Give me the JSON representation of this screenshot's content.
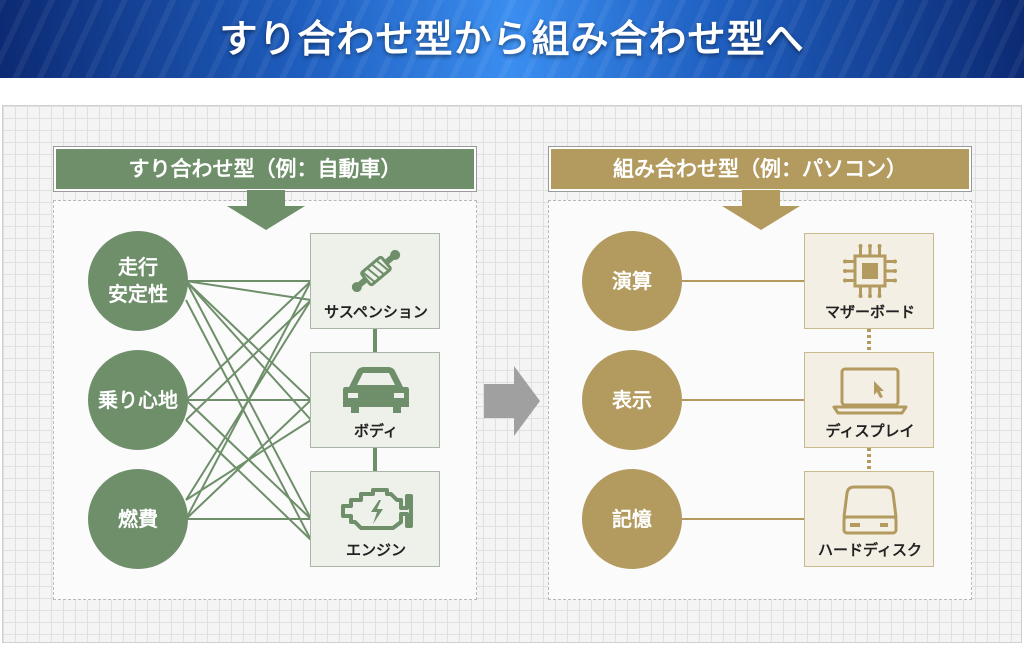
{
  "title": "すり合わせ型から組み合わせ型へ",
  "left": {
    "header": "すり合わせ型（例：自動車）",
    "nodes": [
      "走行\n安定性",
      "乗り心地",
      "燃費"
    ],
    "components": [
      {
        "label": "サスペンション",
        "icon": "shock-absorber-icon"
      },
      {
        "label": "ボディ",
        "icon": "car-icon"
      },
      {
        "label": "エンジン",
        "icon": "engine-warning-icon"
      }
    ]
  },
  "right": {
    "header": "組み合わせ型（例：パソコン）",
    "nodes": [
      "演算",
      "表示",
      "記憶"
    ],
    "components": [
      {
        "label": "マザーボード",
        "icon": "cpu-chip-icon"
      },
      {
        "label": "ディスプレイ",
        "icon": "laptop-icon"
      },
      {
        "label": "ハードディスク",
        "icon": "hard-disk-icon"
      }
    ]
  },
  "colors": {
    "green": "#6e8f6a",
    "gold": "#b39a5f",
    "arrow": "#a0a0a0",
    "banner": "#1f5fc0"
  }
}
